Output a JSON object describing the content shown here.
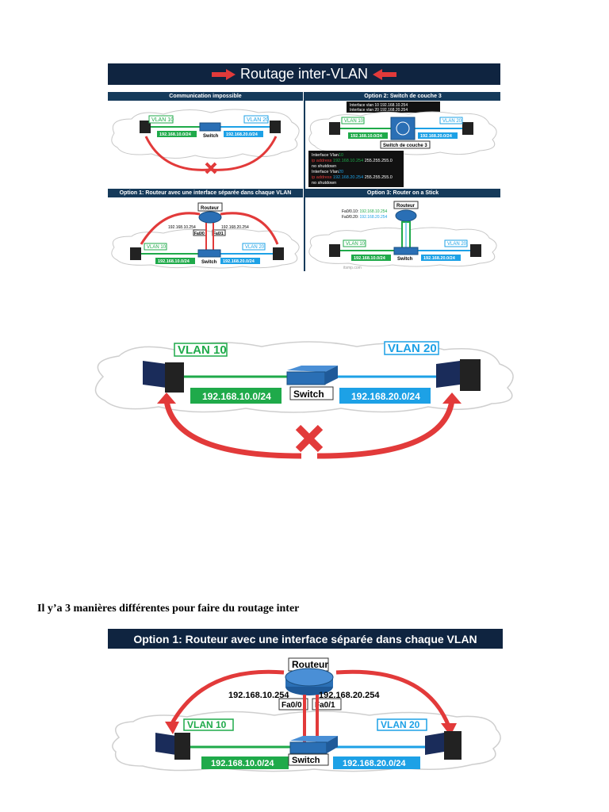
{
  "infographic": {
    "title": "Routage inter-VLAN",
    "panels": {
      "p1": {
        "title": "Communication impossible",
        "vlan_a": "VLAN 10",
        "vlan_b": "VLAN 20",
        "net_a": "192.168.10.0/24",
        "net_b": "192.168.20.0/24",
        "switch": "Switch"
      },
      "p2": {
        "title": "Option 2: Switch de couche 3",
        "iface_line1": "Interface vlan 10 192.168.10.254",
        "iface_line2": "Interface vlan 20 192.168.20.254",
        "vlan_a": "VLAN 10",
        "vlan_b": "VLAN 20",
        "net_a": "192.168.10.0/24",
        "net_b": "192.168.20.0/24",
        "switch": "Switch de couche 3",
        "config": {
          "l1a": "Interface Vlan",
          "l1b": "10",
          "l2a": "ip address",
          "l2b": "192.168.10.254",
          "l2c": "255.255.255.0",
          "l3": "no shutdown",
          "l4a": "Interface Vlan",
          "l4b": "20",
          "l5a": "ip address",
          "l5b": "192.168.20.254",
          "l5c": "255.255.255.0",
          "l6": "no shutdown"
        }
      },
      "p3": {
        "title": "Option 1: Routeur avec une interface séparée dans chaque VLAN",
        "router": "Routeur",
        "ip_a": "192.168.10.254",
        "ip_b": "192.168.20.254",
        "fa_a": "Fa0/0",
        "fa_b": "Fa0/1",
        "vlan_a": "VLAN 10",
        "vlan_b": "VLAN 20",
        "net_a": "192.168.10.0/24",
        "net_b": "192.168.20.0/24",
        "switch": "Switch"
      },
      "p4": {
        "title": "Option 3: Router on a Stick",
        "router": "Routeur",
        "sub_a_label": "Fa0/0.10:",
        "sub_a_ip": "192.168.10.254",
        "sub_b_label": "Fa0/0.20:",
        "sub_b_ip": "192.168.20.254",
        "vlan_a": "VLAN 10",
        "vlan_b": "VLAN 20",
        "net_a": "192.168.10.0/24",
        "net_b": "192.168.20.0/24",
        "switch": "Switch",
        "credit": "itsmp.com"
      }
    }
  },
  "diagram_large": {
    "vlan_a": "VLAN 10",
    "vlan_b": "VLAN 20",
    "net_a": "192.168.10.0/24",
    "net_b": "192.168.20.0/24",
    "switch": "Switch"
  },
  "intro_text": "Il y’a 3 manières différentes pour faire du routage inter",
  "option1": {
    "title": "Option 1: Routeur avec une interface séparée dans chaque VLAN",
    "router": "Routeur",
    "ip_a": "192.168.10.254",
    "ip_b": "192.168.20.254",
    "fa_a": "Fa0/0",
    "fa_b": "Fa0/1",
    "vlan_a": "VLAN 10",
    "vlan_b": "VLAN 20",
    "net_a": "192.168.10.0/24",
    "net_b": "192.168.20.0/24",
    "switch": "Switch"
  },
  "colors": {
    "banner": "#0f2440",
    "panel_header": "#153a5a",
    "vlan10": "#1faa4a",
    "vlan20": "#1da1e6",
    "arrow": "#e23a3a"
  }
}
